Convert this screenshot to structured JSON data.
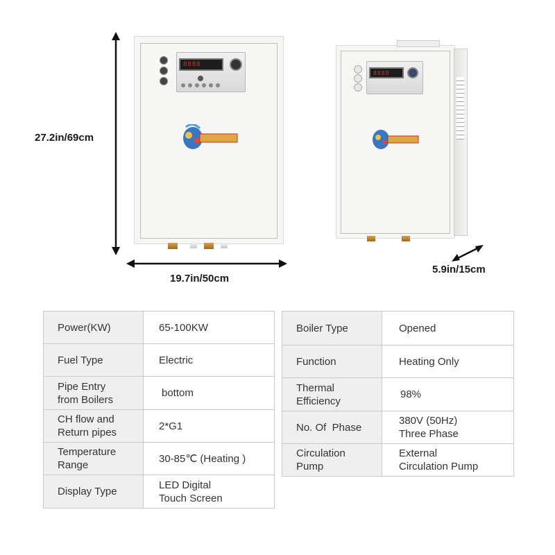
{
  "dimensions": {
    "height": "27.2in/69cm",
    "width": "19.7in/50cm",
    "depth": "5.9in/15cm"
  },
  "front_display": {
    "readout": "8888"
  },
  "left_table": {
    "rows": [
      {
        "key": "Power(KW)",
        "value": "65-100KW"
      },
      {
        "key": "Fuel Type",
        "value": "Electric"
      },
      {
        "key": "Pipe Entry\nfrom Boilers",
        "value": "bottom"
      },
      {
        "key": "CH flow and\nReturn pipes",
        "value": "2*G1"
      },
      {
        "key": "Temperature\nRange",
        "value": "30-85℃ (Heating )"
      },
      {
        "key": "Display Type",
        "value": "LED Digital\nTouch Screen"
      }
    ]
  },
  "right_table": {
    "rows": [
      {
        "key": "Boiler Type",
        "value": "Opened"
      },
      {
        "key": "Function",
        "value": "Heating Only"
      },
      {
        "key": "Thermal\nEfficiency",
        "value": "98%"
      },
      {
        "key": "No. Of  Phase",
        "value": "380V  (50Hz)\nThree Phase"
      },
      {
        "key": "Circulation\nPump",
        "value": "External\nCirculation Pump"
      }
    ]
  },
  "colors": {
    "key_bg": "#efefef",
    "border": "#c9c9c9",
    "brass": "#c8963a"
  },
  "icons": [
    "dimension-arrow-vertical",
    "dimension-arrow-horizontal",
    "dimension-arrow-diagonal"
  ]
}
